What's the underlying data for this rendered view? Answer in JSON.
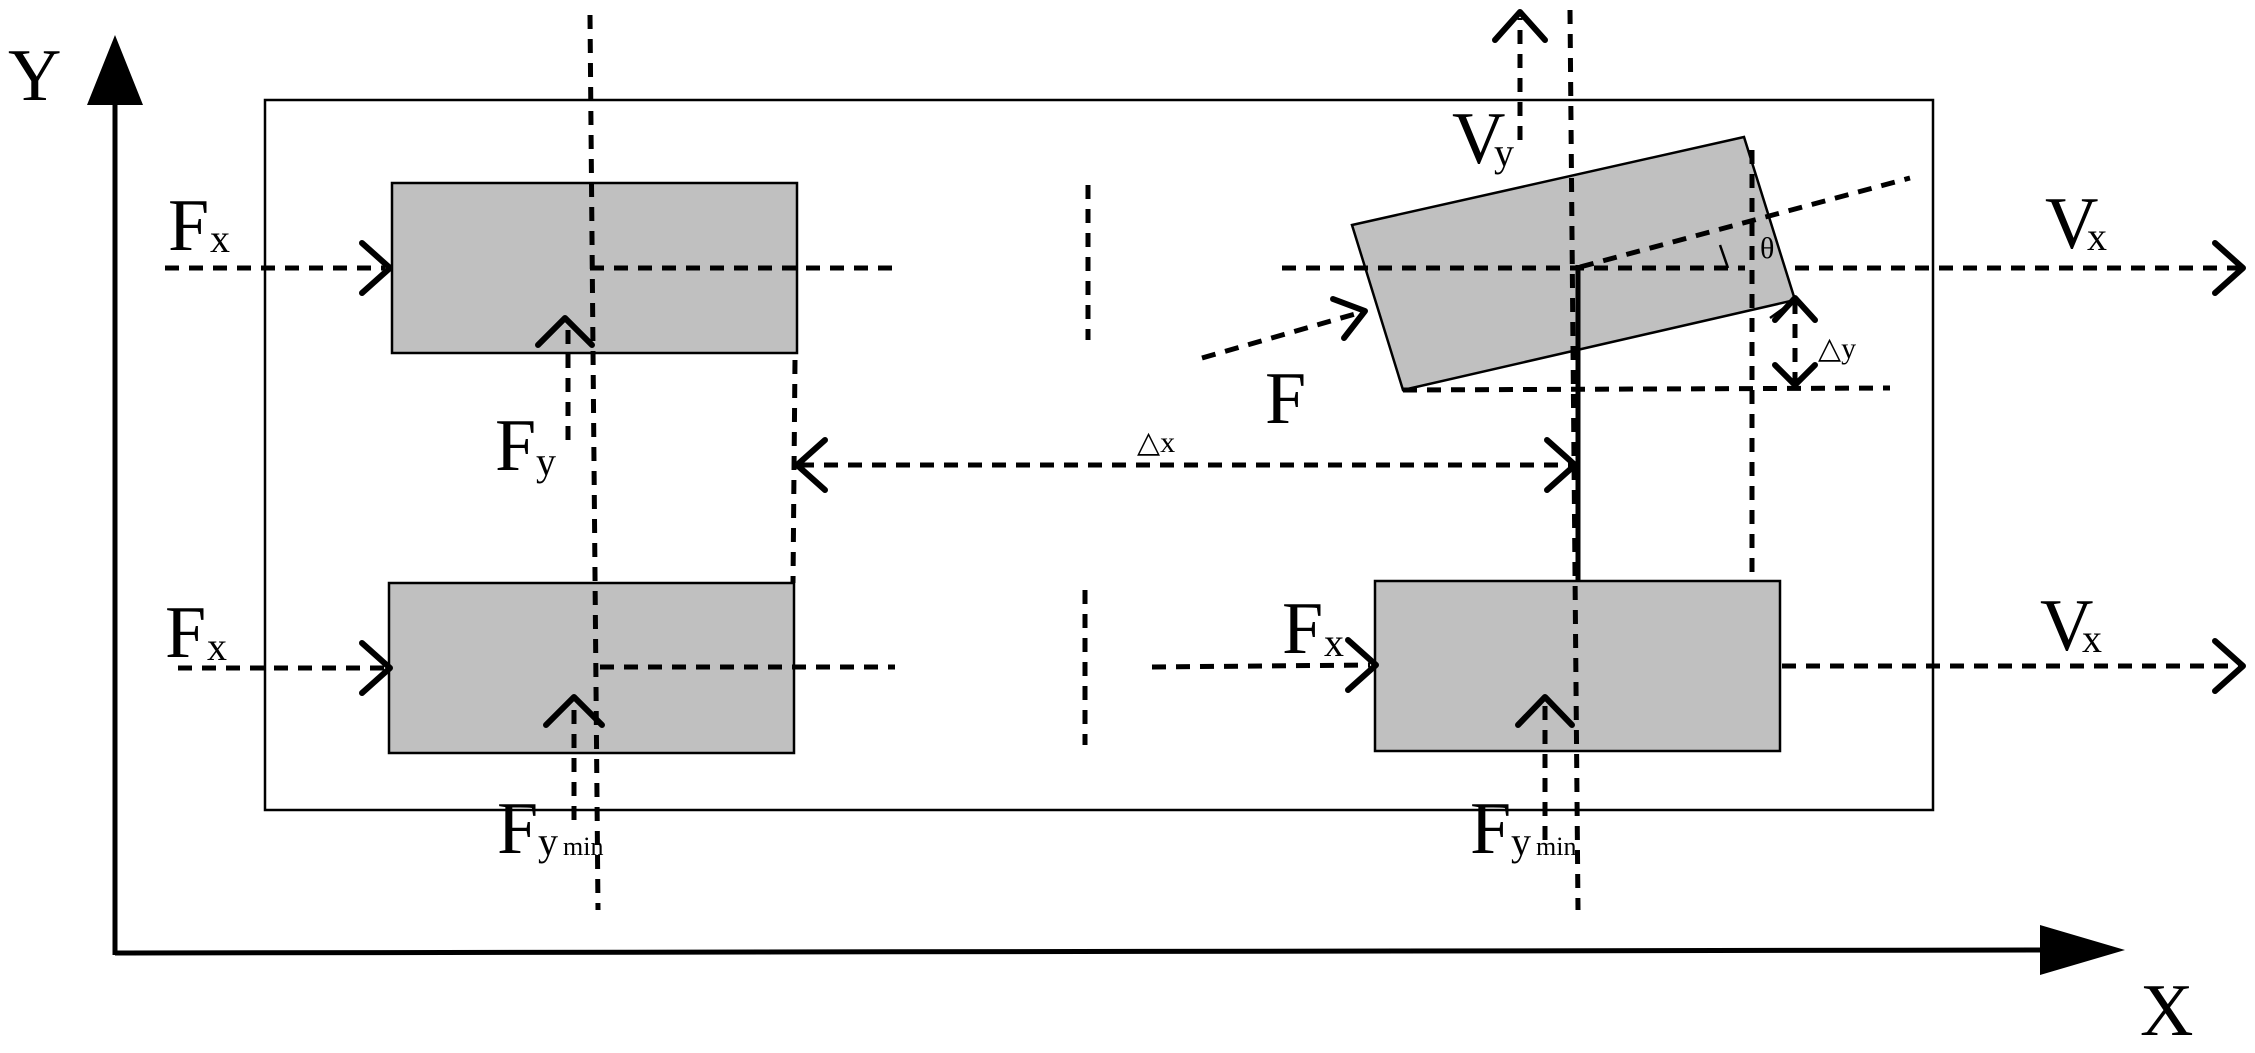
{
  "axes": {
    "x_label": "X",
    "y_label": "Y"
  },
  "labels": {
    "F_main": "F",
    "F_sub_x": "x",
    "F_sub_y": "y",
    "F_sub_ymin": "min",
    "V_main": "V",
    "V_sub_x": "x",
    "V_sub_y": "y",
    "delta_x": "△x",
    "delta_y": "△y",
    "theta": "θ"
  },
  "colors": {
    "block_fill": "#c0c0c0",
    "stroke": "#000000"
  }
}
